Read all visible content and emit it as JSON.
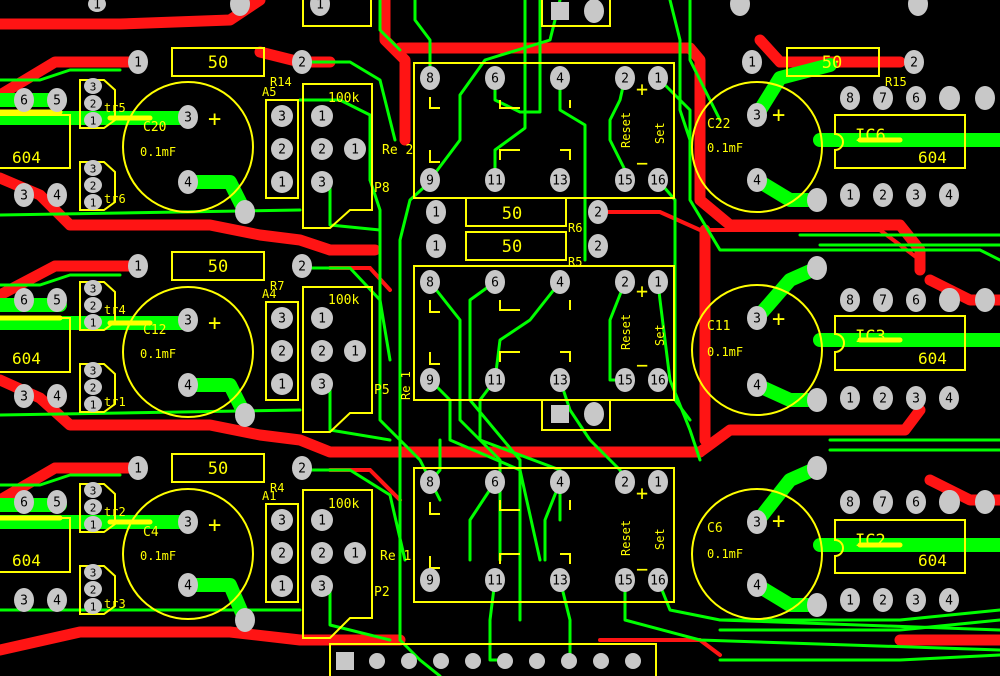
{
  "colors": {
    "background": "#000000",
    "top_trace": "#ff1414",
    "bottom_trace": "#00ff00",
    "silkscreen": "#ffff00",
    "pad": "#c8c8c8",
    "pad_text": "#000000"
  },
  "components": {
    "r14": {
      "value": "50",
      "ref": "R14",
      "pin1": "1",
      "pin2": "2"
    },
    "r7": {
      "value": "50",
      "ref": "R7",
      "pin1": "1",
      "pin2": "2"
    },
    "r4": {
      "value": "50",
      "ref": "R4",
      "pin1": "1",
      "pin2": "2"
    },
    "r15": {
      "value": "50",
      "ref": "R15",
      "pin1": "1",
      "pin2": "2"
    },
    "r6": {
      "value": "50",
      "ref": "R6",
      "pin1": "1",
      "pin2": "2"
    },
    "r5": {
      "value": "50",
      "ref": "R5",
      "pin1": "1",
      "pin2": "2"
    },
    "c20": {
      "ref": "C20",
      "value": "0.1mF",
      "plus": "+",
      "pin_a": "3",
      "pin_b": "4"
    },
    "c12": {
      "ref": "C12",
      "value": "0.1mF",
      "plus": "+",
      "pin_a": "3",
      "pin_b": "4"
    },
    "c4": {
      "ref": "C4",
      "value": "0.1mF",
      "plus": "+",
      "pin_a": "3",
      "pin_b": "4"
    },
    "c22": {
      "ref": "C22",
      "value": "0.1mF",
      "plus": "+",
      "pin_a": "3",
      "pin_b": "4"
    },
    "c11": {
      "ref": "C11",
      "value": "0.1mF",
      "plus": "+",
      "pin_a": "3",
      "pin_b": "4"
    },
    "c6": {
      "ref": "C6",
      "value": "0.1mF",
      "plus": "+",
      "pin_a": "3",
      "pin_b": "4"
    },
    "a5": {
      "ref": "A5",
      "pins": [
        "3",
        "2",
        "1"
      ]
    },
    "a4": {
      "ref": "A4",
      "pins": [
        "3",
        "2",
        "1"
      ]
    },
    "a1": {
      "ref": "A1",
      "pins": [
        "3",
        "2",
        "1"
      ]
    },
    "p8": {
      "ref": "P8",
      "value": "100k",
      "pins": [
        "1",
        "2",
        "3"
      ],
      "side_pin": "1"
    },
    "p5": {
      "ref": "P5",
      "value": "100k",
      "pins": [
        "1",
        "2",
        "3"
      ],
      "side_pin": "1"
    },
    "p2": {
      "ref": "P2",
      "value": "100k",
      "pins": [
        "1",
        "2",
        "3"
      ],
      "side_pin": "1"
    },
    "re2_label": "Re 2",
    "re1_left_label": "Re 1",
    "re1_mid_label": "Re 1",
    "tr5": "tr5",
    "tr6": "tr6",
    "tr4": "tr4",
    "tr1": "tr1",
    "tr2": "tr2",
    "tr3": "tr3",
    "tr_pins": [
      "3",
      "2",
      "1"
    ],
    "ic6": {
      "ref": "IC6",
      "value": "604"
    },
    "ic3": {
      "ref": "IC3",
      "value": "604"
    },
    "ic2": {
      "ref": "IC2",
      "value": "604"
    },
    "left_ic_value": "604",
    "ic_top_pins": [
      "8",
      "7",
      "6",
      "5"
    ],
    "ic_bottom_pins": [
      "1",
      "2",
      "3",
      "4"
    ],
    "left_edge_top_pins": [
      "6",
      "5"
    ],
    "left_edge_bottom_pins": [
      "3",
      "4"
    ]
  },
  "relays": {
    "top_pins": [
      "8",
      "6",
      "4",
      "2",
      "1"
    ],
    "bottom_pins": [
      "9",
      "11",
      "13",
      "15",
      "16"
    ],
    "reset_label": "Reset",
    "set_label": "Set",
    "plus": "+",
    "minus": "−"
  },
  "top_header_pins": [
    "1",
    "1"
  ],
  "connector_pin_count": 10
}
